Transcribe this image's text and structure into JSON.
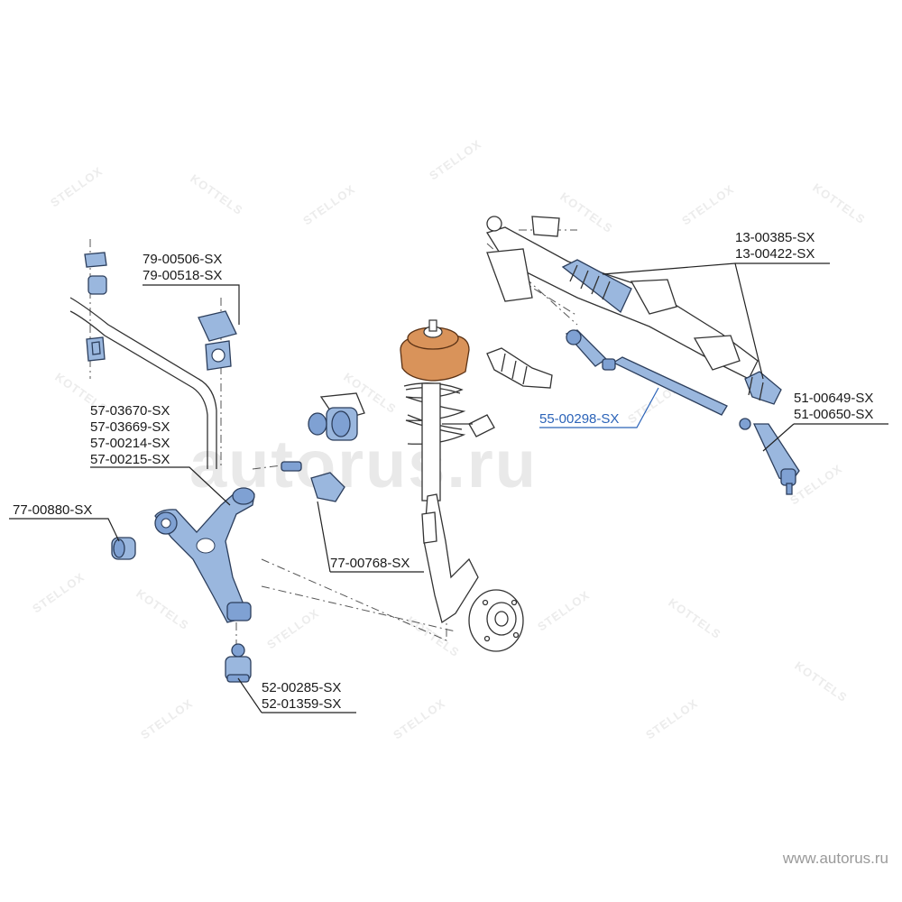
{
  "watermarks": {
    "brand_a": "STELLOX",
    "brand_b": "KOTTELS",
    "site": "autorus.ru"
  },
  "footer": {
    "url": "www.autorus.ru"
  },
  "parts": {
    "stab_bushing_a": "79-00506-SX",
    "stab_bushing_b": "79-00518-SX",
    "control_arm_a": "57-03670-SX",
    "control_arm_b": "57-03669-SX",
    "control_arm_c": "57-00214-SX",
    "control_arm_d": "57-00215-SX",
    "arm_bushing": "77-00880-SX",
    "rear_bushing": "77-00768-SX",
    "ball_joint_a": "52-00285-SX",
    "ball_joint_b": "52-01359-SX",
    "rack_boot_a": "13-00385-SX",
    "rack_boot_b": "13-00422-SX",
    "tie_rod": "55-00298-SX",
    "tie_rod_end_a": "51-00649-SX",
    "tie_rod_end_b": "51-00650-SX"
  },
  "colors": {
    "highlight_blue": "#9ab7de",
    "highlight_orange": "#d9935a",
    "highlight_label": "#2b63b8"
  }
}
